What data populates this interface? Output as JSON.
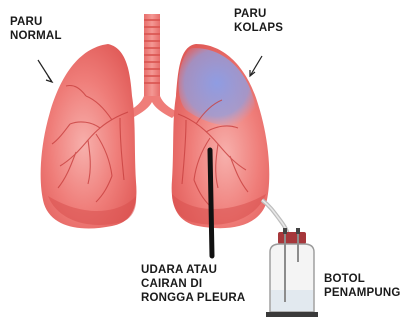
{
  "labels": {
    "normal_lung": [
      "PARU",
      "NORMAL"
    ],
    "collapsed_lung": [
      "PARU",
      "KOLAPS"
    ],
    "pleural_space": [
      "UDARA ATAU",
      "CAIRAN DI",
      "RONGGA PLEURA"
    ],
    "collection_bottle": [
      "BOTOL",
      "PENAMPUNG"
    ]
  },
  "colors": {
    "lung": "#ef6f6c",
    "lung_shadow": "#d8504f",
    "airway": "#f08a86",
    "collapse": "#7d8fd6",
    "tube": "#111111",
    "bottle": "#f4f4f4"
  }
}
